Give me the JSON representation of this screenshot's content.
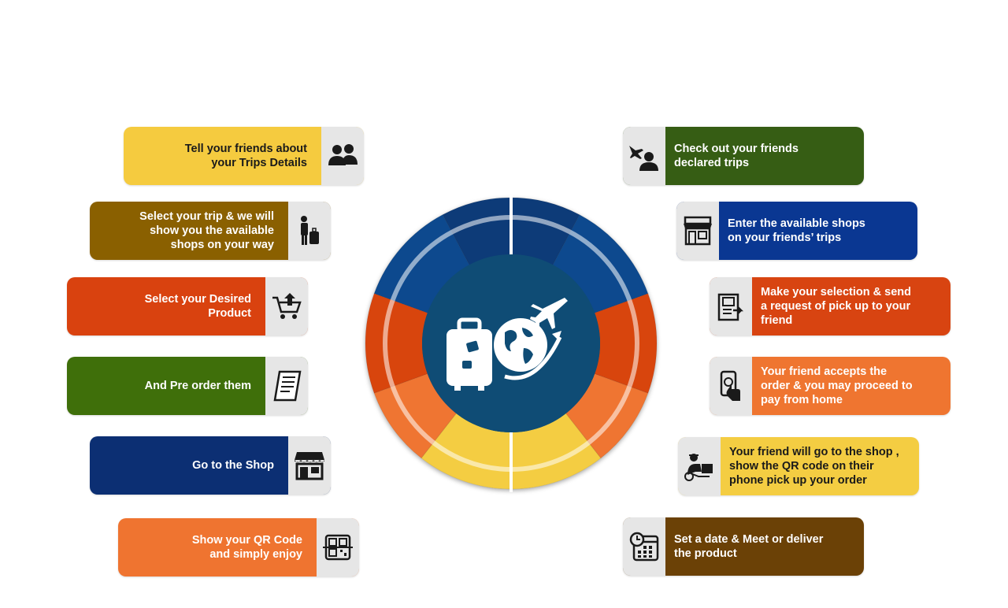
{
  "colors": {
    "yellow": "#f5cb3f",
    "brown": "#8a6000",
    "red": "#d9420f",
    "green": "#3f6f0a",
    "navy": "#0c2f73",
    "orange": "#ef7430",
    "dark_green": "#365d14",
    "blue": "#0a3792",
    "red_orange": "#d84411",
    "light_orange": "#ef7530",
    "yellow_right": "#f4cd42",
    "dark_brown": "#6b4106",
    "center": "#0f4c75"
  },
  "left_steps": [
    {
      "label": "Tell your friends about\nyour Trips Details",
      "icon": "people-icon"
    },
    {
      "label": "Select your trip & we will\nshow you the available\nshops on your way",
      "icon": "traveler-icon"
    },
    {
      "label": "Select your Desired\nProduct",
      "icon": "cart-icon"
    },
    {
      "label": "And Pre order them",
      "icon": "receipt-icon"
    },
    {
      "label": "Go to the Shop",
      "icon": "shop-icon"
    },
    {
      "label": "Show your QR Code\nand simply enjoy",
      "icon": "qr-code-icon"
    }
  ],
  "right_steps": [
    {
      "label": "Check out your friends\ndeclared  trips",
      "icon": "traveler-plane-icon"
    },
    {
      "label": "Enter the available shops\non your friends’ trips",
      "icon": "storefront-icon"
    },
    {
      "label": "Make your selection & send\na request of pick up to your\nfriend",
      "icon": "send-request-icon"
    },
    {
      "label": "Your friend accepts the\norder & you may proceed to\npay from home",
      "icon": "phone-pay-icon"
    },
    {
      "label": "Your friend will go to the shop ,\nshow the QR code on their\nphone pick up your order",
      "icon": "delivery-person-icon"
    },
    {
      "label": "Set a date & Meet or deliver\nthe product",
      "icon": "calendar-icon"
    }
  ],
  "center_icon": "luggage-globe-plane-icon"
}
